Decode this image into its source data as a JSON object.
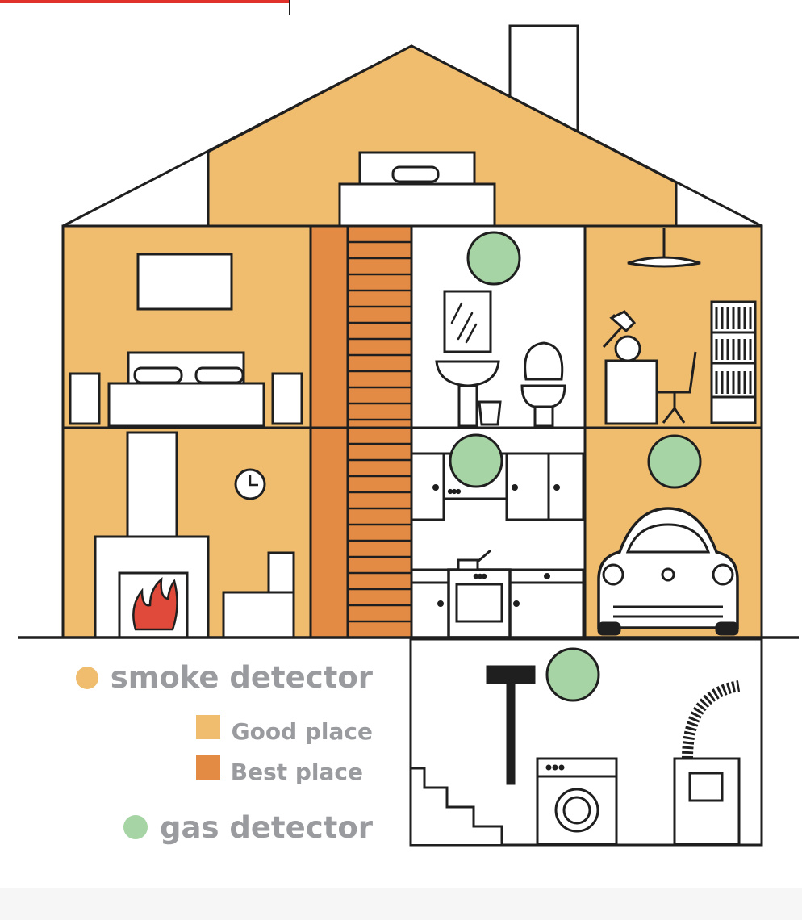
{
  "colors": {
    "good_place": "#f0bc6e",
    "best_place": "#e38b45",
    "gas": "#a6d4a4",
    "smoke": "#f0bc6e",
    "outline": "#1f1f1f",
    "label_text": "#9a9b9e",
    "fire": "#e04a3a",
    "accent_bar": "#e0322b"
  },
  "legend": {
    "smoke_label": "smoke detector",
    "good_label": "Good place",
    "best_label": "Best place",
    "gas_label": "gas detector"
  }
}
